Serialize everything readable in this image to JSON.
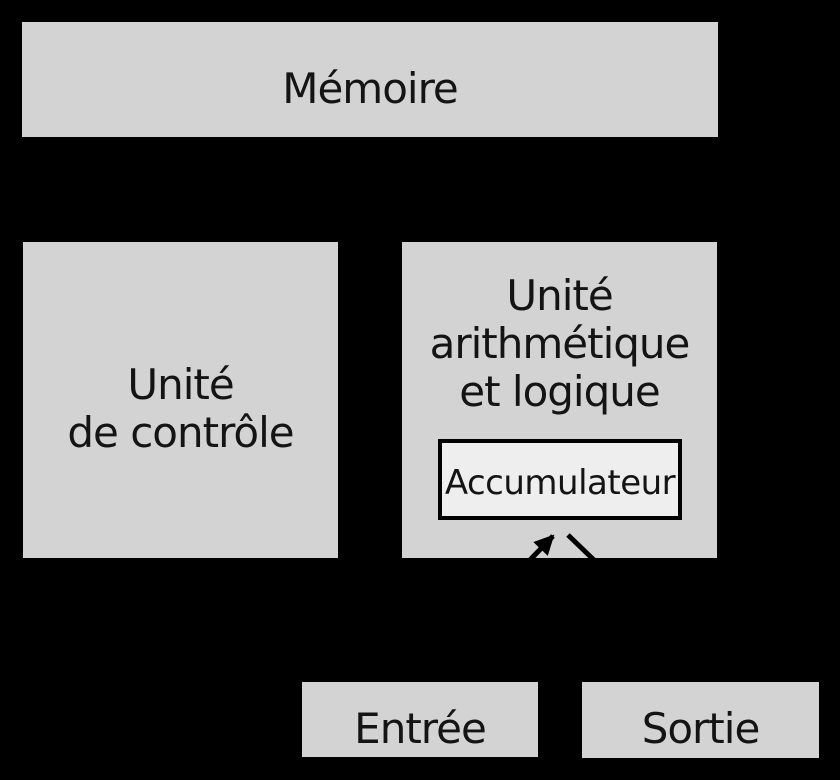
{
  "colors": {
    "background": "#000000",
    "box_fill": "#d3d3d3",
    "accumulator_fill": "#eeeeee",
    "stroke": "#000000",
    "text": "#141414"
  },
  "boxes": {
    "memory": {
      "label": "Mémoire"
    },
    "control_unit": {
      "line1": "Unité",
      "line2": "de contrôle"
    },
    "alu": {
      "line1": "Unité",
      "line2": "arithmétique",
      "line3": "et logique"
    },
    "accumulator": {
      "label": "Accumulateur"
    },
    "input": {
      "label": "Entrée"
    },
    "output": {
      "label": "Sortie"
    }
  }
}
